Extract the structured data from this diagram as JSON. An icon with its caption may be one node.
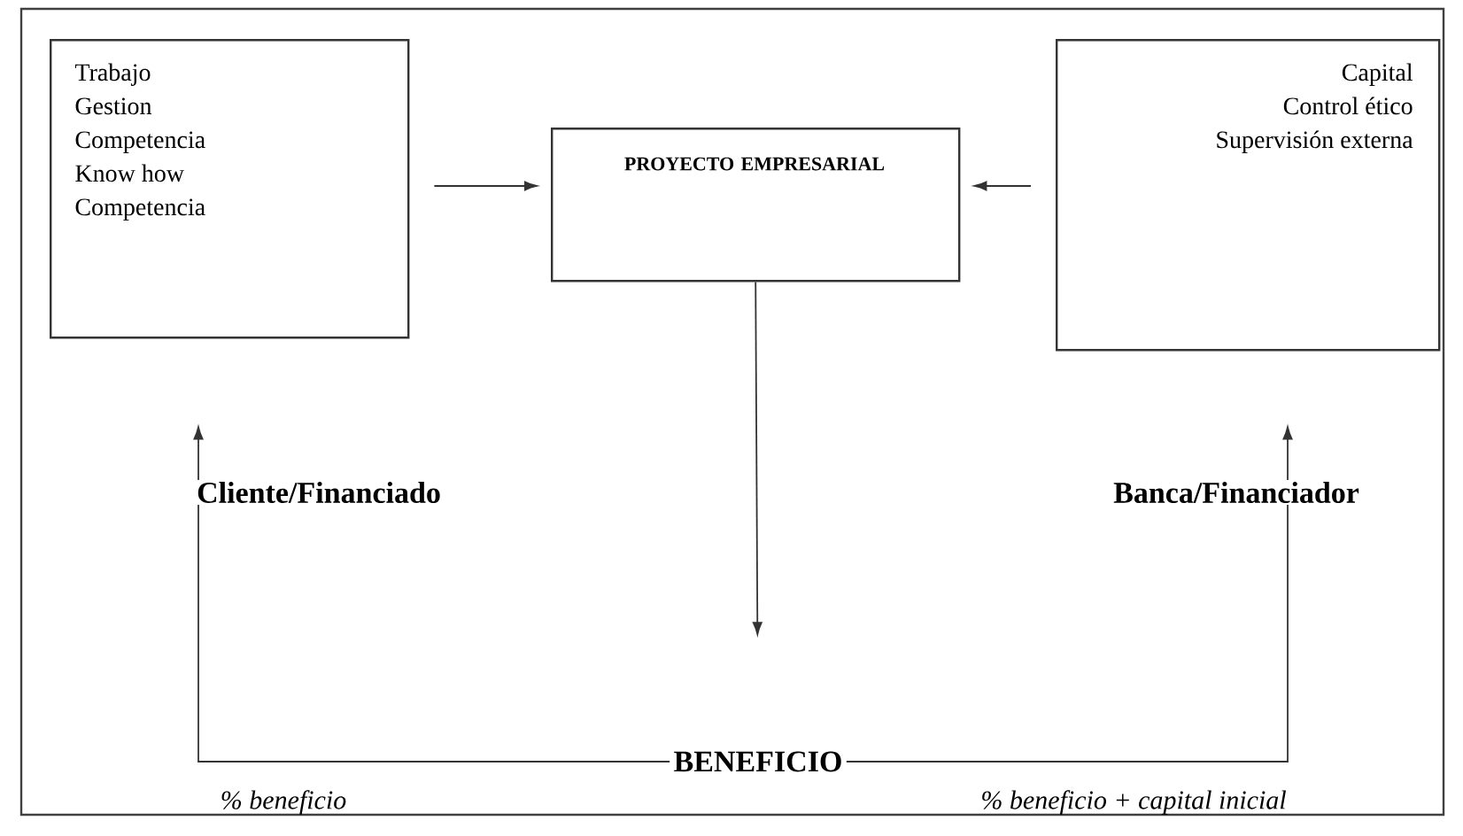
{
  "diagram": {
    "nodes": [
      {
        "text": [
          "Trabajo",
          "Gestion",
          "Competencia",
          "Know how",
          "Competencia"
        ]
      },
      {
        "text": [
          "PROYECTO EMPRESARIAL"
        ]
      },
      {
        "text": [
          "Capital",
          "Control ético",
          "Supervisión externa"
        ]
      },
      {
        "text": [
          "BENEFICIO"
        ]
      }
    ],
    "edges": [
      {
        "from": 0,
        "to": 1,
        "arrow": "to"
      },
      {
        "from": 2,
        "to": 1,
        "arrow": "to"
      },
      {
        "from": 1,
        "to": 3,
        "arrow": "to"
      },
      {
        "from": 3,
        "to": 0,
        "arrow": "to",
        "label": "% beneficio"
      },
      {
        "from": 3,
        "to": 2,
        "arrow": "to",
        "label": "% beneficio + capital inicial"
      }
    ],
    "labels": [
      "Cliente/Financiado",
      "Banca/Financiador"
    ]
  }
}
